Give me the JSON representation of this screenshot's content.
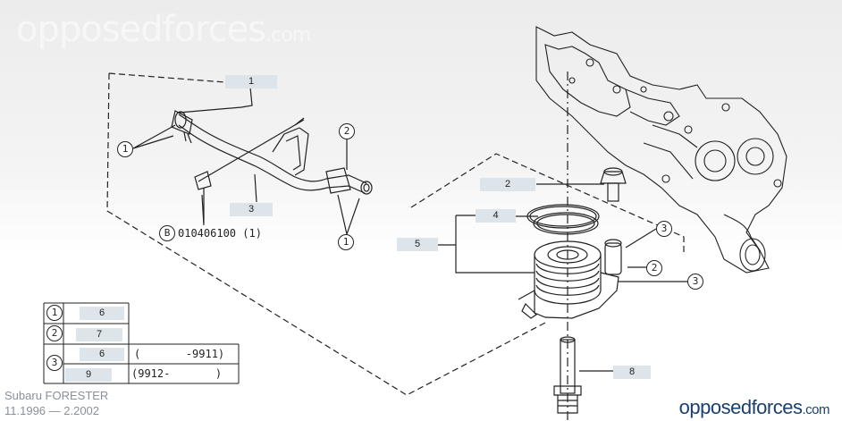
{
  "watermark": {
    "name": "opposedforces",
    "tld": ".com"
  },
  "part_labels": {
    "l1": "1",
    "l2": "2",
    "l3": "3",
    "l4": "4",
    "l5": "5",
    "l8": "8"
  },
  "callouts": {
    "c1": "1",
    "c2": "2",
    "c3": "3"
  },
  "bolt_note": {
    "callout": "B",
    "text": "010406100 (1)"
  },
  "legend_table": {
    "rows": [
      {
        "callout": "1",
        "part": "6",
        "range": ""
      },
      {
        "callout": "2",
        "part": "7",
        "range": ""
      },
      {
        "callout": "3",
        "part": "6",
        "range": "(       -9911)"
      },
      {
        "callout": "",
        "part": "9",
        "range": "(9912-       )"
      }
    ]
  },
  "model": {
    "name": "Subaru FORESTER",
    "years": "11.1996 — 2.2002"
  },
  "brand": {
    "name": "opposedforces",
    "tld": ".com"
  }
}
